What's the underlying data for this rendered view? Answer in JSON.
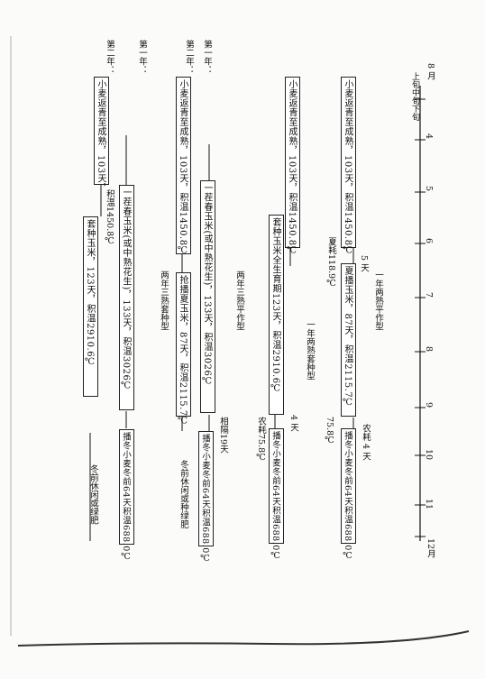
{
  "axis": {
    "unit_label": "上旬中旬下旬",
    "months": [
      "8 月",
      "4",
      "5",
      "6",
      "7",
      "8",
      "9",
      "10",
      "11",
      "12月"
    ]
  },
  "rows": {
    "r1_label": "",
    "r2_label": "第一年：",
    "r3_label": "第二年：",
    "r4_label": "第一年：",
    "r5_label": "第二年："
  },
  "sections": {
    "one_year_two_crop": "一年两熟平作型",
    "one_year_two_interplant": "一年两熟套种型",
    "two_year_three_flat": "两年三熟平作型",
    "two_year_three_interplant": "两年三熟套种型"
  },
  "boxes": {
    "wheat_a": "小麦返青至成熟，103天，积温1450.8℃",
    "summer_corn_a": "夏播玉米，87天，积温2115.7℃",
    "winter_wheat_a": "播冬小麦冬前64天积温688.0℃",
    "wheat_b": "小麦返青至成熟，103天，积温1450.8℃",
    "interplant_corn_b": "套种玉米全生育期123天，积温2910.6℃",
    "winter_wheat_b": "播冬小麦冬前64天积温688.0℃",
    "spring_corn_c": "一茬春玉米(或中熟花生)，133天，积温3026℃",
    "winter_wheat_c": "播冬小麦冬前64天积温688.0℃",
    "wheat_d": "小麦返青至成熟，103天，积温1450.8℃",
    "summer_corn_d": "抢播夏玉米，87天，积温2115.7℃",
    "fallow_d": "冬前休闲或种绿肥",
    "spring_corn_e": "一茬春玉米(或中熟花生)，133天，积温3026℃",
    "winter_wheat_e": "播冬小麦冬前64天积温688.0℃",
    "wheat_f": "小麦返青至成熟，103天，",
    "wheat_f_extra": "积温1450.8℃",
    "interplant_corn_f": "套种玉米，123天，积温2910.6℃",
    "fallow_f": "冬前休闲或绿肥"
  },
  "notes": {
    "n5days": "5 天",
    "summer_consume": "夏耗118.9℃",
    "agri_consume_4": "农耗 4 天",
    "n75": "75.8℃",
    "n4days": "4 天",
    "agri_consume_b": "农耗75.8℃",
    "interval19": "相隔19天"
  }
}
